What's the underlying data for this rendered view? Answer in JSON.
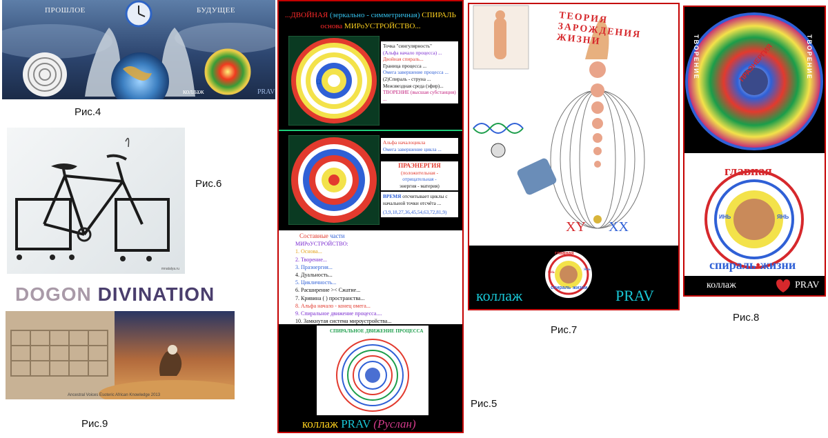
{
  "captions": {
    "fig4": "Рис.4",
    "fig5": "Рис.5",
    "fig6": "Рис.6",
    "fig7": "Рис.7",
    "fig8": "Рис.8",
    "fig9": "Рис.9"
  },
  "panel4": {
    "past": "ПРОШЛОЕ",
    "future": "БУДУЩЕЕ",
    "collage": "коллаж",
    "prav": "PRAV"
  },
  "panel5": {
    "title_prefix": "...ДВОЙНАЯ",
    "title_middle": "(зеркально - симметричная)",
    "title_suffix": "СПИРАЛЬ",
    "subtitle_a": "основа",
    "subtitle_b": "МИРоУСТРОЙСТВО...",
    "legend_top": [
      "Точка \"сингулярность\"",
      "(Альфа начало процесса) ...",
      "Двойная спираль...",
      "Граница процесса ...",
      "Омега завершение процесса ...",
      "(2)Спираль - струна ...",
      "Межзвездная среда (эфир)...",
      "ТВОРЕНИЕ (высшая субстанция) ..."
    ],
    "legend_bottom": [
      "Альфа началоцикла",
      "Омега завершение цикла ..."
    ],
    "praenergy_title": "ПРАЭНЕРГИЯ",
    "praenergy_lines": [
      "(положительная -",
      "отрицательная -",
      "энергия - материя)"
    ],
    "time_title": "ВРЕМЯ",
    "time_text": "отсчитывает циклы с начальной точки отсчёта ...",
    "numbers": "(3,9,18,27,36,45,54,63,72,81,9)",
    "composition_title_a": "Составные",
    "composition_title_b": "части",
    "composition_heading": "МИРоУСТРОЙСТВО:",
    "composition_items": [
      "1. Основа...",
      "2. Творение...",
      "3. Праэнергия...",
      "4. Дуальность...",
      "5. Цикличность...",
      "6. Расширение >< Сжатие...",
      "7. Кривина ( ) пространства...",
      "8. Альфа начало - конец омега...",
      "9. Спиральное движение процесса....",
      "10. Замкнутая система мироустройства..."
    ],
    "arc_text": "СПИРАЛЬНОЕ ДВИЖЕНИЕ ПРОЦЕССА",
    "footer_a": "коллаж",
    "footer_b": "PRAV",
    "footer_c": "(Руслан)"
  },
  "panel6": {
    "watermark": "mnatalya.ru"
  },
  "panel7": {
    "arc_text": "ТЕОРИЯ ЗАРОЖДЕНИЯ ЖИЗНИ",
    "xy": "XY",
    "xx": "XX",
    "footer_a": "коллаж",
    "footer_b": "PRAV",
    "circle_a": "главная",
    "circle_b": "спираль",
    "circle_c": "жизни",
    "circle_in": "инь",
    "circle_yan": "янь"
  },
  "panel8": {
    "arc_left": "ТВОРЕНИЕ",
    "arc_right": "ТВОРЕНИЕ",
    "praenergy": "ПРАЭНЕРГИЯ",
    "main_top": "главная",
    "main_bottom": "спираль",
    "main_bottom2": "жизни",
    "yin": "ИНЬ",
    "yang": "ЯНЬ",
    "footer_a": "коллаж",
    "footer_b": "PRAV"
  },
  "panel9": {
    "title_a": "DOGON",
    "title_b": "DIVINATION",
    "credit": "Ancestral Voices Esoteric African Knowledge 2013"
  },
  "colors": {
    "frame_red": "#c40000",
    "dogon_grey": "#a99aa8",
    "dogon_purple": "#4a3e6d",
    "prav_cyan": "#19c7d6"
  }
}
